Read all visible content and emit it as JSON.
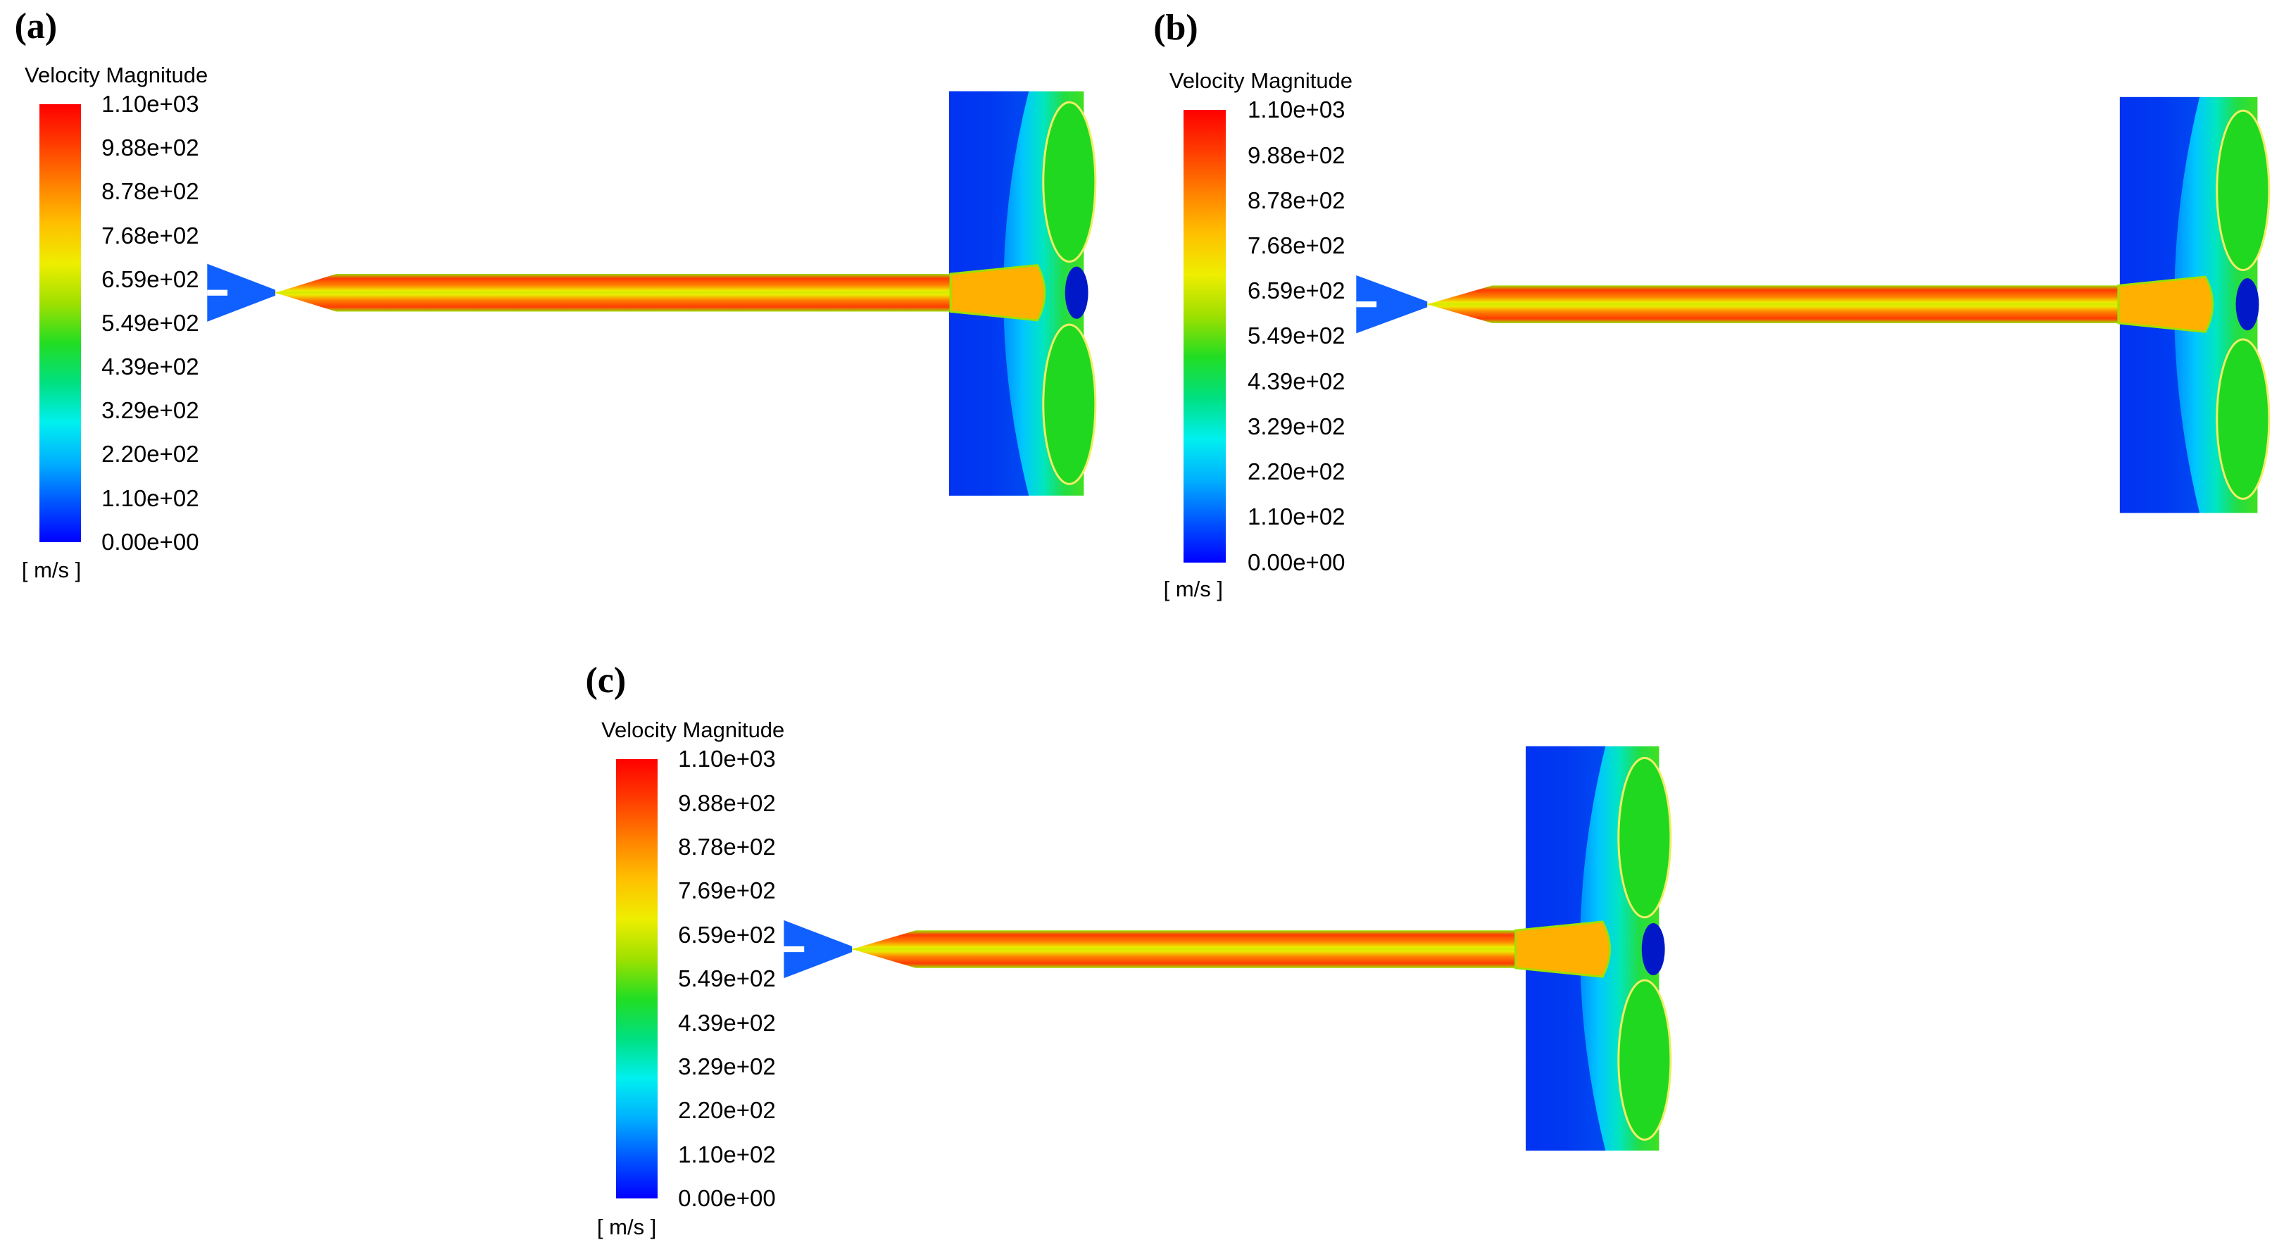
{
  "colorscale": [
    "#0000ff",
    "#0055ff",
    "#00b0ff",
    "#00f0f0",
    "#00e080",
    "#22dd22",
    "#9fe000",
    "#eeee00",
    "#ffc000",
    "#ff8000",
    "#ff3c00",
    "#ff0000"
  ],
  "panels": [
    {
      "label": "(a)",
      "legend_title": "Velocity Magnitude",
      "unit": "[ m/s ]",
      "ticks": [
        "1.10e+03",
        "9.88e+02",
        "8.78e+02",
        "7.68e+02",
        "6.59e+02",
        "5.49e+02",
        "4.39e+02",
        "3.29e+02",
        "2.20e+02",
        "1.10e+02",
        "0.00e+00"
      ]
    },
    {
      "label": "(b)",
      "legend_title": "Velocity Magnitude",
      "unit": "[ m/s ]",
      "ticks": [
        "1.10e+03",
        "9.88e+02",
        "8.78e+02",
        "7.68e+02",
        "6.59e+02",
        "5.49e+02",
        "4.39e+02",
        "3.29e+02",
        "2.20e+02",
        "1.10e+02",
        "0.00e+00"
      ]
    },
    {
      "label": "(c)",
      "legend_title": "Velocity Magnitude",
      "unit": "[ m/s ]",
      "ticks": [
        "1.10e+03",
        "9.88e+02",
        "8.78e+02",
        "7.69e+02",
        "6.59e+02",
        "5.49e+02",
        "4.39e+02",
        "3.29e+02",
        "2.20e+02",
        "1.10e+02",
        "0.00e+00"
      ]
    }
  ]
}
